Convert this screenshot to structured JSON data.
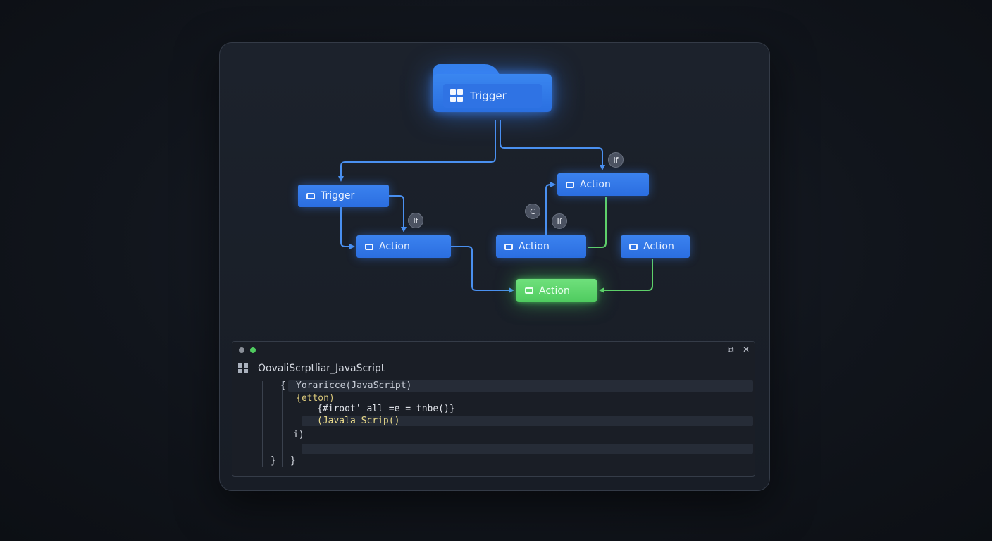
{
  "workflow": {
    "trigger_main": "Trigger",
    "trigger_secondary": "Trigger",
    "action_labels": [
      "Action",
      "Action",
      "Action",
      "Action"
    ],
    "action_success": "Action",
    "condition_badges": [
      "If",
      "If",
      "If"
    ],
    "loop_badge": "C"
  },
  "editor": {
    "filename": "OovaliScrptliar_JavaScript",
    "code": [
      "{",
      "Yoraricce(JavaScript)",
      "{etton)",
      "{#iroot' all =e = tnbe()}",
      "(Javala Scrip()",
      "i)",
      "}",
      "}"
    ]
  },
  "colors": {
    "node_blue": "#3b82ef",
    "node_green": "#56d066",
    "link_blue": "#4a90f0",
    "link_green": "#5ed06a",
    "window_bg": "#1c222c"
  },
  "icons": [
    "grid-icon",
    "square-icon",
    "restore-icon",
    "close-icon"
  ]
}
